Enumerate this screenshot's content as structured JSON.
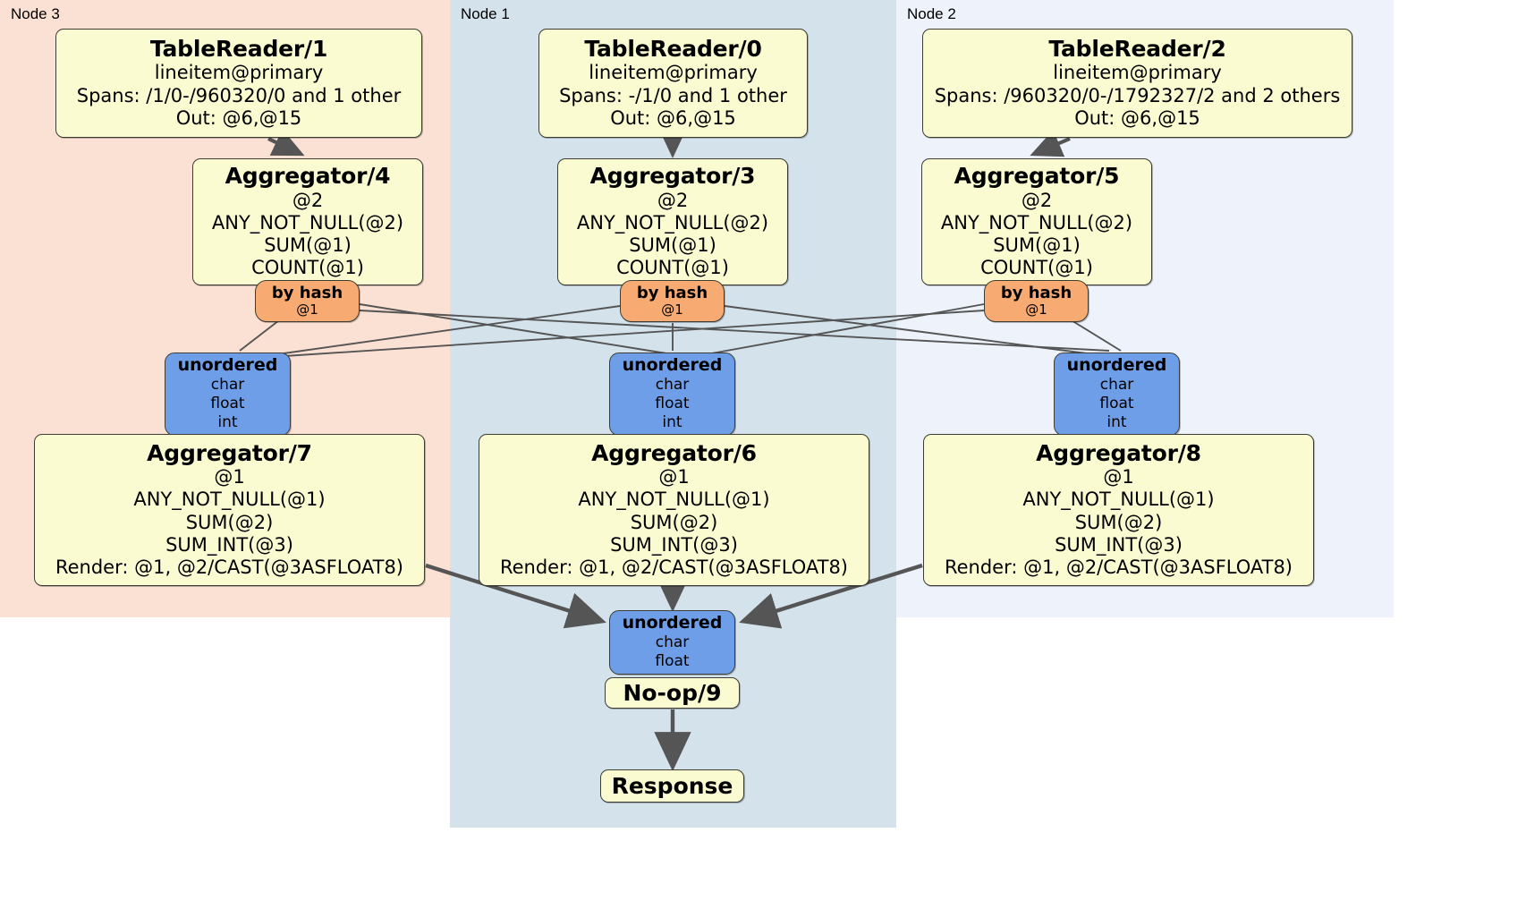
{
  "diagram": {
    "type": "distributed-query-plan",
    "colors": {
      "node3_panel": "#fbe1d4",
      "node1_panel": "#d4e2ec",
      "node2_panel": "#edf2fb",
      "processor": "#fbfbd2",
      "router": "#f7ab72",
      "receiver": "#6f9ee8",
      "stroke": "#3d3d34",
      "edge": "#555555"
    }
  },
  "panels": [
    {
      "id": "node3",
      "label": "Node 3"
    },
    {
      "id": "node1",
      "label": "Node 1"
    },
    {
      "id": "node2",
      "label": "Node 2"
    }
  ],
  "table_readers": [
    {
      "id": "TableReader/1",
      "node": "Node 3",
      "title": "TableReader/1",
      "table": "lineitem@primary",
      "spans": "Spans: /1/0-/960320/0 and 1 other",
      "out": "Out: @6,@15"
    },
    {
      "id": "TableReader/0",
      "node": "Node 1",
      "title": "TableReader/0",
      "table": "lineitem@primary",
      "spans": "Spans: -/1/0 and 1 other",
      "out": "Out: @6,@15"
    },
    {
      "id": "TableReader/2",
      "node": "Node 2",
      "title": "TableReader/2",
      "table": "lineitem@primary",
      "spans": "Spans: /960320/0-/1792327/2 and 2 others",
      "out": "Out: @6,@15"
    }
  ],
  "aggregators_stage1": [
    {
      "id": "Aggregator/4",
      "node": "Node 3",
      "title": "Aggregator/4",
      "group": "@2",
      "agg1": "ANY_NOT_NULL(@2)",
      "agg2": "SUM(@1)",
      "agg3": "COUNT(@1)"
    },
    {
      "id": "Aggregator/3",
      "node": "Node 1",
      "title": "Aggregator/3",
      "group": "@2",
      "agg1": "ANY_NOT_NULL(@2)",
      "agg2": "SUM(@1)",
      "agg3": "COUNT(@1)"
    },
    {
      "id": "Aggregator/5",
      "node": "Node 2",
      "title": "Aggregator/5",
      "group": "@2",
      "agg1": "ANY_NOT_NULL(@2)",
      "agg2": "SUM(@1)",
      "agg3": "COUNT(@1)"
    }
  ],
  "routers": [
    {
      "id": "router-4",
      "node": "Node 3",
      "title": "by hash",
      "column": "@1"
    },
    {
      "id": "router-3",
      "node": "Node 1",
      "title": "by hash",
      "column": "@1"
    },
    {
      "id": "router-5",
      "node": "Node 2",
      "title": "by hash",
      "column": "@1"
    }
  ],
  "receivers_stage1": [
    {
      "id": "receiver-7",
      "node": "Node 3",
      "title": "unordered",
      "types": [
        "char",
        "float",
        "int"
      ]
    },
    {
      "id": "receiver-6",
      "node": "Node 1",
      "title": "unordered",
      "types": [
        "char",
        "float",
        "int"
      ]
    },
    {
      "id": "receiver-8",
      "node": "Node 2",
      "title": "unordered",
      "types": [
        "char",
        "float",
        "int"
      ]
    }
  ],
  "aggregators_stage2": [
    {
      "id": "Aggregator/7",
      "node": "Node 3",
      "title": "Aggregator/7",
      "group": "@1",
      "agg1": "ANY_NOT_NULL(@1)",
      "agg2": "SUM(@2)",
      "agg3": "SUM_INT(@3)",
      "render": "Render: @1, @2/CAST(@3ASFLOAT8)"
    },
    {
      "id": "Aggregator/6",
      "node": "Node 1",
      "title": "Aggregator/6",
      "group": "@1",
      "agg1": "ANY_NOT_NULL(@1)",
      "agg2": "SUM(@2)",
      "agg3": "SUM_INT(@3)",
      "render": "Render: @1, @2/CAST(@3ASFLOAT8)"
    },
    {
      "id": "Aggregator/8",
      "node": "Node 2",
      "title": "Aggregator/8",
      "group": "@1",
      "agg1": "ANY_NOT_NULL(@1)",
      "agg2": "SUM(@2)",
      "agg3": "SUM_INT(@3)",
      "render": "Render: @1, @2/CAST(@3ASFLOAT8)"
    }
  ],
  "final_receiver": {
    "id": "receiver-final",
    "node": "Node 1",
    "title": "unordered",
    "types": [
      "char",
      "float"
    ]
  },
  "noop": {
    "id": "No-op/9",
    "title": "No-op/9"
  },
  "response": {
    "id": "Response",
    "title": "Response"
  }
}
